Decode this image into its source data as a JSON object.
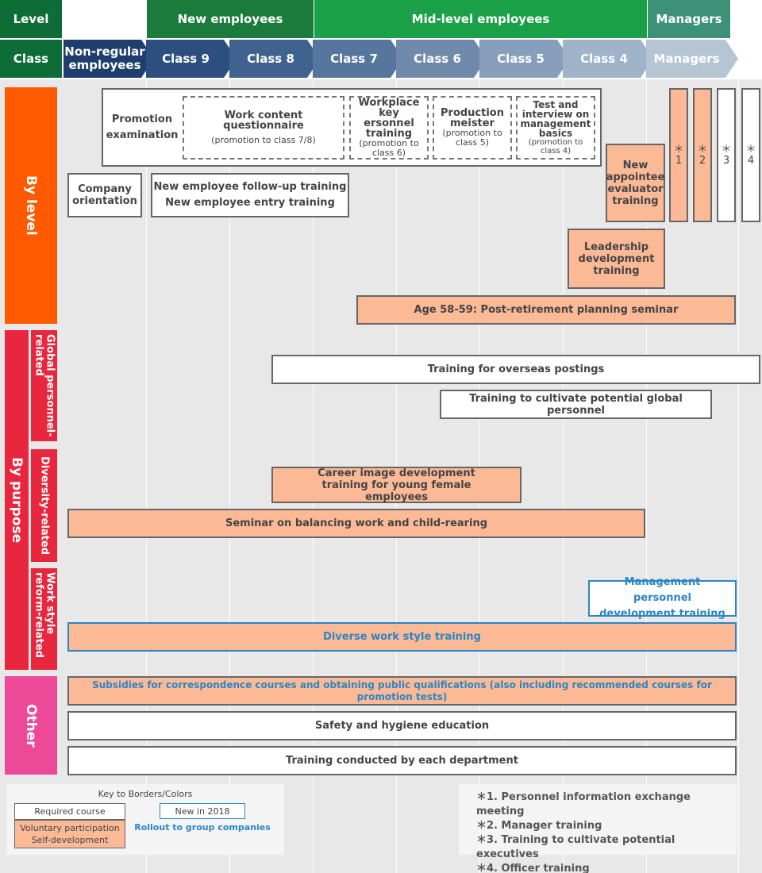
{
  "header": {
    "level_label": "Level",
    "class_label": "Class",
    "levels": {
      "new": "New employees",
      "mid": "Mid-level employees",
      "managers": "Managers"
    },
    "classes": [
      "Non-regular employees",
      "Class 9",
      "Class 8",
      "Class 7",
      "Class 6",
      "Class 5",
      "Class 4",
      "Managers"
    ]
  },
  "categories": {
    "by_level": "By level",
    "by_purpose": "By purpose",
    "global": "Global personnel-related",
    "diversity": "Diversity-related",
    "work_style": "Work style reform-related",
    "other": "Other"
  },
  "promotion": {
    "label": "Promotion examination",
    "items": [
      {
        "title": "Work content questionnaire",
        "note": "(promotion to class 7/8)"
      },
      {
        "title": "Workplace key ersonnel training",
        "note": "(promotion to class 6)"
      },
      {
        "title": "Production meister",
        "note": "(promotion to class 5)"
      },
      {
        "title": "Test and interview on management basics",
        "note": "(promotion to class 4)"
      }
    ]
  },
  "programs": {
    "company_orientation": "Company orientation",
    "follow_up": "New employee follow-up training",
    "entry": "New employee entry training",
    "evaluator": "New appointee evaluator training",
    "leadership": "Leadership development training",
    "retirement": "Age 58-59: Post-retirement planning seminar",
    "overseas": "Training for overseas postings",
    "global_potential": "Training to cultivate potential global personnel",
    "career_image": "Career image development training for young female employees",
    "child_rearing": "Seminar on balancing work and child-rearing",
    "mgmt_personnel": "Management personnel development training",
    "diverse_work": "Diverse work style training",
    "subsidies": "Subsidies for correspondence courses and obtaining public qualifications (also including recommended courses for promotion tests)",
    "safety": "Safety and hygiene education",
    "department": "Training conducted by each department"
  },
  "stars": [
    {
      "mark": "＊",
      "num": "1"
    },
    {
      "mark": "＊",
      "num": "2"
    },
    {
      "mark": "＊",
      "num": "3"
    },
    {
      "mark": "＊",
      "num": "4"
    }
  ],
  "legend": {
    "title": "Key to Borders/Colors",
    "required": "Required course",
    "voluntary": "Voluntary participation Self-development",
    "new_2018": "New in 2018",
    "rollout": "Rollout to group companies"
  },
  "notes": [
    "＊1. Personnel information exchange meeting",
    "＊2. Manager training",
    "＊3. Training to cultivate potential executives",
    "＊4. Officer training"
  ],
  "colors": {
    "dark_green": "#0e6d36",
    "green": "#1aa046",
    "teal": "#3d9178",
    "orange": "#ff5a00",
    "red": "#e8263e",
    "pink": "#ec4a98",
    "salmon": "#fbb996",
    "blue": "#2a86c6"
  }
}
